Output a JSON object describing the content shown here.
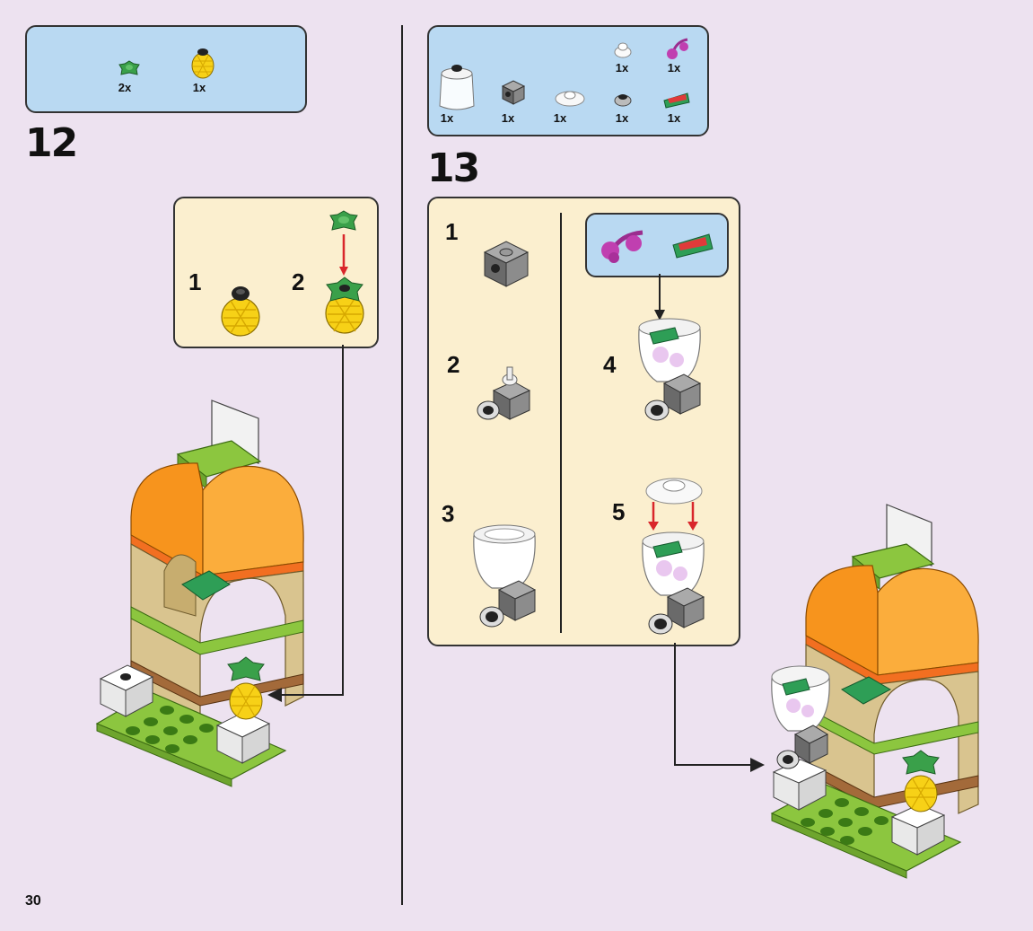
{
  "page_number": "30",
  "step12": {
    "number": "12",
    "parts": [
      {
        "icon": "green-leaf-plate-icon",
        "qty": "2x"
      },
      {
        "icon": "yellow-pineapple-icon",
        "qty": "1x"
      }
    ],
    "substeps": [
      {
        "label": "1"
      },
      {
        "label": "2"
      }
    ]
  },
  "step13": {
    "number": "13",
    "parts": [
      {
        "icon": "transparent-dome-icon",
        "qty": "1x"
      },
      {
        "icon": "grey-bracket-brick-icon",
        "qty": "1x"
      },
      {
        "icon": "transparent-round-plate-icon",
        "qty": "1x"
      },
      {
        "icon": "transparent-stud-icon",
        "qty": "1x"
      },
      {
        "icon": "magenta-cherries-icon",
        "qty": "1x"
      },
      {
        "icon": "grey-round-plate-icon",
        "qty": "1x"
      },
      {
        "icon": "watermelon-slice-icon",
        "qty": "1x"
      }
    ],
    "substeps": [
      {
        "label": "1"
      },
      {
        "label": "2"
      },
      {
        "label": "3"
      },
      {
        "label": "4"
      },
      {
        "label": "5"
      }
    ]
  },
  "colors": {
    "background": "#ede2f0",
    "parts_box": "#b9d9f2",
    "substep_box": "#fbefcf",
    "lime_green": "#8cc63f",
    "orange": "#f7941d",
    "tan": "#d9c48f",
    "arrow_red": "#d9262b"
  }
}
